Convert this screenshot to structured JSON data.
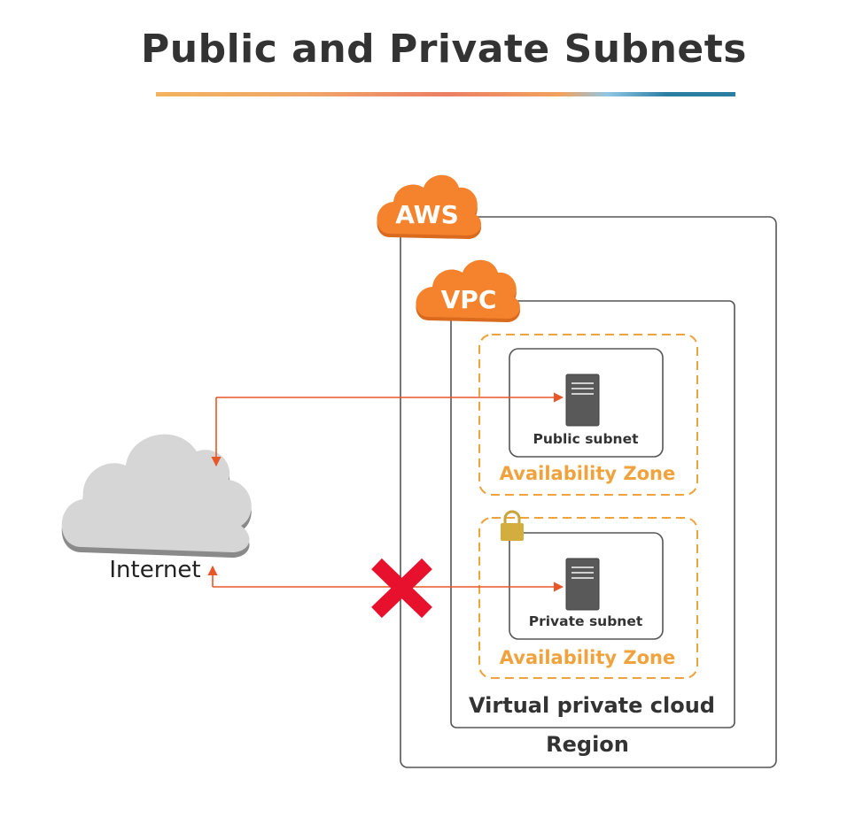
{
  "title": "Public and Private Subnets",
  "colors": {
    "accent_orange": "#f0a23c",
    "cloud_orange": "#f07f2a",
    "arrow": "#e8572a",
    "blocked_x": "#e8112d",
    "server": "#5a5a5a",
    "internet_cloud": "#d4d4d4"
  },
  "aws_cloud": {
    "label": "AWS"
  },
  "vpc_cloud": {
    "label": "VPC"
  },
  "region": {
    "label": "Region"
  },
  "vpc_box": {
    "label": "Virtual private cloud"
  },
  "public_zone": {
    "label": "Availability Zone",
    "subnet_label": "Public subnet",
    "icon": "server-icon"
  },
  "private_zone": {
    "label": "Availability Zone",
    "subnet_label": "Private subnet",
    "icon": "server-icon",
    "lock_icon": "lock-icon"
  },
  "internet": {
    "label": "Internet",
    "icon": "cloud-icon"
  },
  "blocked_icon": "x-icon"
}
